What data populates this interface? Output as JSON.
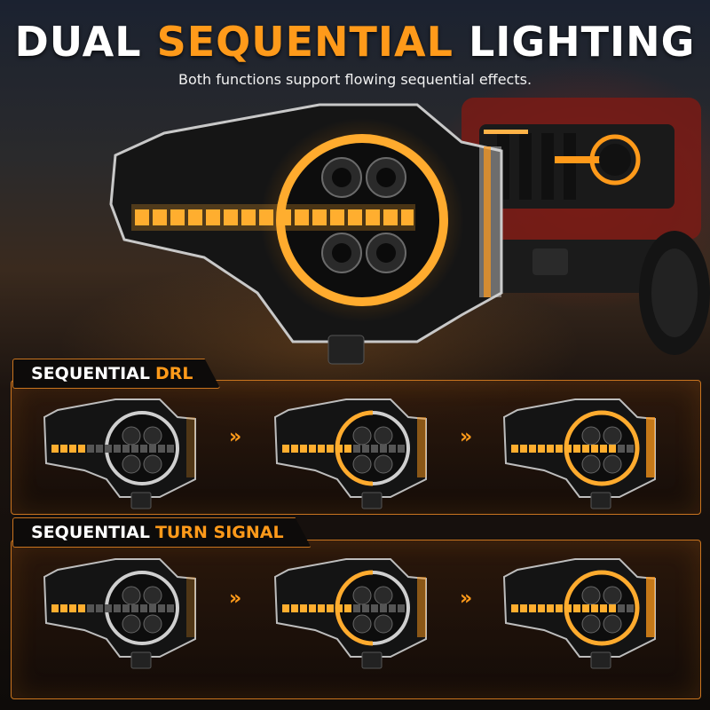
{
  "headline": {
    "part1": "DUAL",
    "part2": "SEQUENTIAL",
    "part3": "LIGHTING"
  },
  "subheadline": "Both functions support flowing sequential effects.",
  "sections": [
    {
      "label_white": "SEQUENTIAL",
      "label_accent": "DRL",
      "steps": 3
    },
    {
      "label_white": "SEQUENTIAL",
      "label_accent": "TURN SIGNAL",
      "steps": 3
    }
  ],
  "arrow_glyph": "»",
  "colors": {
    "accent": "#ff9a1a",
    "panel_border": "#c9741f",
    "vehicle_red": "#a8241c"
  }
}
